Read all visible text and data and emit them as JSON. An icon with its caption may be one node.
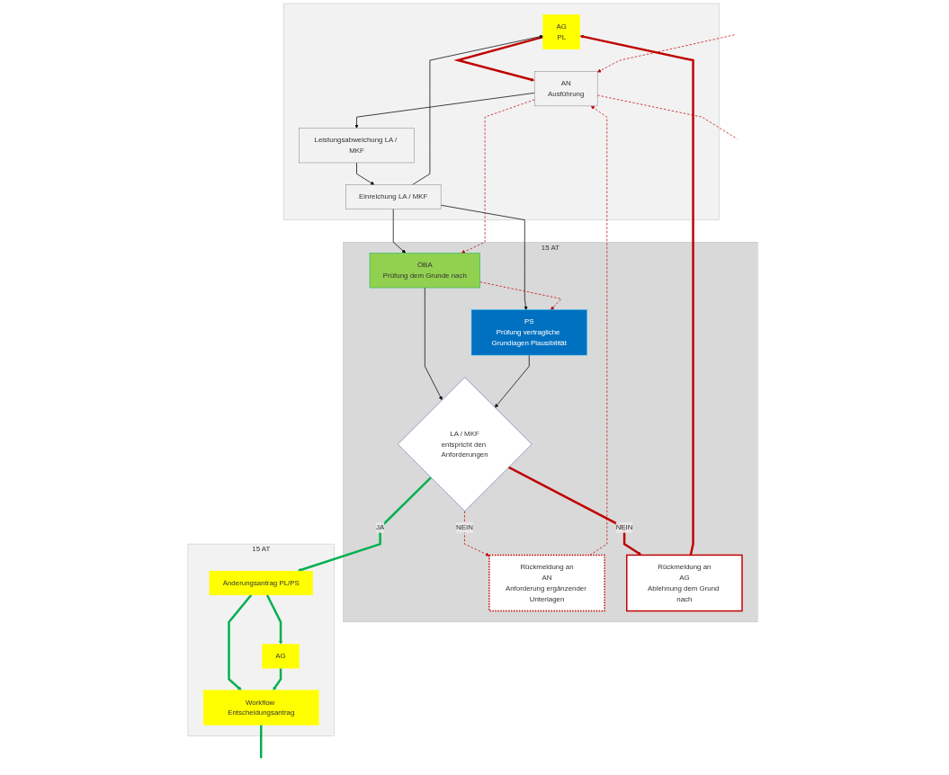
{
  "diagram": {
    "nodes": [
      {
        "text": [],
        "shape": "band"
      },
      {
        "text": [
          "AN",
          "Ausführung"
        ],
        "in": 0
      },
      {
        "text": [
          "Leistungsabweichung LA / MKF"
        ],
        "in": 0
      },
      {
        "text": [
          "Einreichung LA / MKF"
        ],
        "in": 0
      },
      {
        "text": [
          "AG",
          "PL"
        ],
        "in": 0
      },
      {
        "text": [
          "15 AT"
        ]
      },
      {
        "text": [
          "ÖBA",
          "Prüfung dem Grunde nach"
        ],
        "in": 5
      },
      {
        "text": [
          "PS",
          "Prüfung vertragliche Grundlagen Plausibilität"
        ],
        "in": 5
      },
      {
        "text": [
          "Rückmeldung an",
          "AN",
          "Anforderung ergänzender Unterlagen"
        ],
        "in": 5
      },
      {
        "text": [
          "LA / MKF",
          "entspricht den Anforderungen"
        ],
        "in": 5
      },
      {
        "text": [
          "Rückmeldung an",
          "AG",
          "Ablehnung dem Grund nach"
        ],
        "in": 5
      },
      {
        "text": [
          "15 AT"
        ]
      },
      {
        "text": [
          "Änderungsantrag PL/PS"
        ],
        "in": 11
      },
      {
        "text": [
          "AG"
        ],
        "in": 11
      },
      {
        "text": [
          "Workflow Entscheidungsantrag"
        ],
        "in": 11
      }
    ],
    "edges": [
      {
        "from": 1,
        "to": 2,
        "arrow": "to",
        "color": "#000000"
      },
      {
        "from": 2,
        "to": 3,
        "arrow": "to",
        "color": "#000000"
      },
      {
        "from": 4,
        "to": 1,
        "arrow": "to",
        "style": "thick",
        "color": "#c00000"
      },
      {
        "from": 3,
        "to": 4,
        "arrow": "to",
        "color": "#000000"
      },
      {
        "from": 3,
        "to": 6,
        "arrow": "to",
        "color": "#000000"
      },
      {
        "from": 3,
        "to": 7,
        "arrow": "to",
        "color": "#000000"
      },
      {
        "from": 1,
        "to": 6,
        "arrow": "to",
        "style": "dashed",
        "color": "#c00000"
      },
      {
        "from": 6,
        "to": 7,
        "arrow": "to",
        "style": "dashed",
        "color": "#c00000"
      },
      {
        "from": 6,
        "to": 9,
        "arrow": "to",
        "color": "#000000"
      },
      {
        "from": 7,
        "to": 9,
        "arrow": "to",
        "color": "#000000"
      },
      {
        "from": 9,
        "to": 8,
        "arrow": "to",
        "label": "NEIN",
        "style": "dashed",
        "color": "#c00000"
      },
      {
        "from": 9,
        "to": 10,
        "arrow": "to",
        "label": "NEIN",
        "style": "thick",
        "color": "#c00000"
      },
      {
        "from": 10,
        "to": 4,
        "arrow": "to",
        "style": "thick",
        "color": "#c00000"
      },
      {
        "from": 8,
        "to": 1,
        "arrow": "to",
        "style": "dashed",
        "color": "#c00000"
      },
      {
        "from": null,
        "to": 1,
        "arrow": "to",
        "style": "dashed",
        "color": "#c00000"
      },
      {
        "from": 1,
        "to": null,
        "arrow": "none",
        "style": "dashed",
        "color": "#c00000"
      },
      {
        "from": 9,
        "to": 12,
        "arrow": "to",
        "label": "JA",
        "style": "thick",
        "color": "#00b050"
      },
      {
        "from": 12,
        "to": 13,
        "arrow": "to",
        "style": "thick",
        "color": "#00b050"
      },
      {
        "from": 12,
        "to": 14,
        "arrow": "to",
        "style": "thick",
        "color": "#00b050"
      },
      {
        "from": 13,
        "to": 14,
        "arrow": "to",
        "style": "thick",
        "color": "#00b050"
      },
      {
        "from": 14,
        "to": null,
        "arrow": "none",
        "style": "thick",
        "color": "#00b050"
      }
    ]
  }
}
